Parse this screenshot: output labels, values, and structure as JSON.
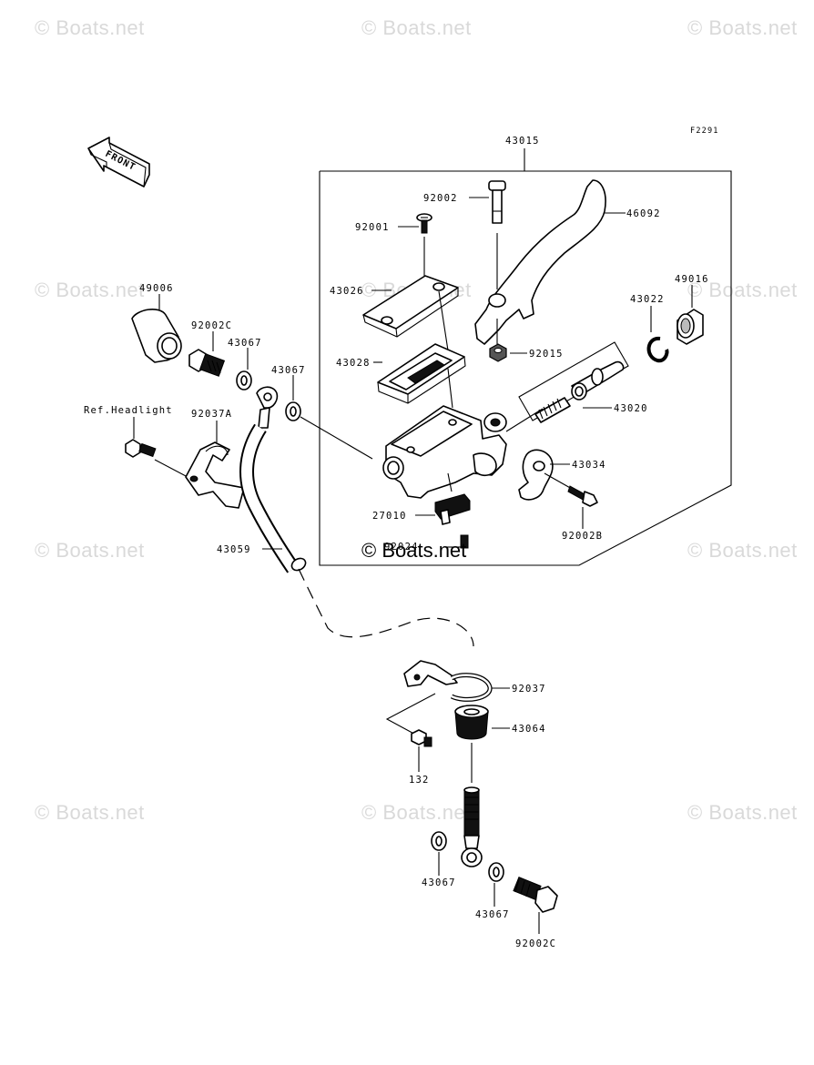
{
  "watermark": {
    "text": "© Boats.net"
  },
  "diagram": {
    "figure_code": "F2291",
    "front_label": "FRONT",
    "ref_headlight": "Ref.Headlight",
    "parts": {
      "p43015": "43015",
      "p92002": "92002",
      "p46092": "46092",
      "p92001": "92001",
      "p43026": "43026",
      "p49016": "49016",
      "p43022": "43022",
      "p92015": "92015",
      "p43028": "43028",
      "p43020": "43020",
      "p43034": "43034",
      "p27010": "27010",
      "p92002B": "92002B",
      "p92024": "92024",
      "p49006": "49006",
      "p92002C_top": "92002C",
      "p43067_a": "43067",
      "p43067_b": "43067",
      "p92037A": "92037A",
      "p43059": "43059",
      "p92037": "92037",
      "p43064": "43064",
      "p132": "132",
      "p43067_c": "43067",
      "p43067_d": "43067",
      "p92002C_bottom": "92002C"
    }
  }
}
